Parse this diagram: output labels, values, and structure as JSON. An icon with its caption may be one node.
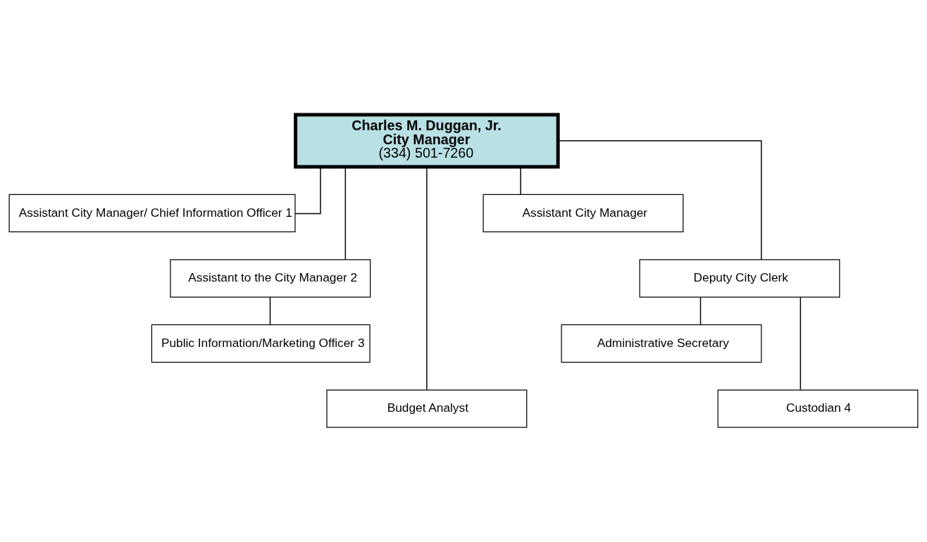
{
  "diagram": {
    "nodes": [
      {
        "text": [
          "Charles M. Duggan, Jr.",
          "City Manager",
          "(334) 501-7260"
        ]
      },
      {
        "text": [
          "Assistant City Manager/ Chief Information Officer 1"
        ]
      },
      {
        "text": [
          "Assistant City Manager"
        ]
      },
      {
        "text": [
          "Assistant to the City Manager 2"
        ]
      },
      {
        "text": [
          "Deputy City Clerk"
        ]
      },
      {
        "text": [
          "Public Information/Marketing Officer 3"
        ]
      },
      {
        "text": [
          "Administrative Secretary"
        ]
      },
      {
        "text": [
          "Budget Analyst"
        ]
      },
      {
        "text": [
          "Custodian 4"
        ]
      }
    ],
    "edges": [
      {
        "from": 0,
        "to": 1,
        "arrow": "none"
      },
      {
        "from": 0,
        "to": 2,
        "arrow": "none"
      },
      {
        "from": 0,
        "to": 3,
        "arrow": "none"
      },
      {
        "from": 0,
        "to": 4,
        "arrow": "none"
      },
      {
        "from": 3,
        "to": 5,
        "arrow": "none"
      },
      {
        "from": 4,
        "to": 6,
        "arrow": "none"
      },
      {
        "from": 0,
        "to": 7,
        "arrow": "none"
      },
      {
        "from": 4,
        "to": 8,
        "arrow": "none"
      }
    ]
  }
}
